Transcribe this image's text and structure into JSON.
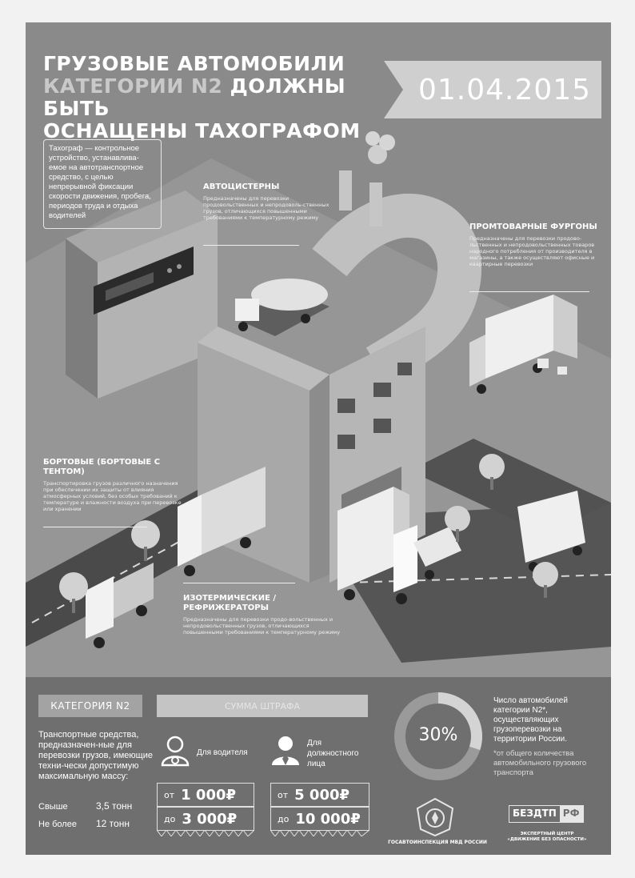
{
  "header": {
    "title_line1": "ГРУЗОВЫЕ АВТОМОБИЛИ",
    "title_line2_highlight": "КАТЕГОРИИ N2",
    "title_line2_rest": " ДОЛЖНЫ БЫТЬ",
    "title_line3": "ОСНАЩЕНЫ ТАХОГРАФОМ",
    "date": "01.04.2015"
  },
  "tachograph_note": "Тахограф — контрольное устройство, устанавлива-емое на автотранспортное средство, с целью непрерывной фиксации скорости движения, пробега, периодов труда и отдыха водителей",
  "callouts": {
    "tanks": {
      "title": "АВТОЦИСТЕРНЫ",
      "text": "Предназначены для перевозки продовольственных и непродоволь-ственных грузов, отличающихся повышенными требованиями к температурному режиму"
    },
    "vans": {
      "title": "ПРОМТОВАРНЫЕ ФУРГОНЫ",
      "text": "Предназначены для перевозки продово-льственных и непродовольственных товаров народного потребления от производителя в магазины, а также осуществляют офисные и квартирные перевозки"
    },
    "flatbed": {
      "title": "БОРТОВЫЕ (БОРТОВЫЕ С ТЕНТОМ)",
      "text": "Транспортировка грузов различного назначения при обеспечении их защиты от влияния атмосферных условий, без особых требований к температуре и влажности воздуха при перевозке или хранении"
    },
    "isothermal": {
      "title": "ИЗОТЕРМИЧЕСКИЕ / РЕФРИЖЕРАТОРЫ",
      "text": "Предназначены для перевозки продо-вольственных и непродовольственных грузов, отличающихся повышенными требованиями к температурному режиму"
    }
  },
  "category": {
    "label": "КАТЕГОРИЯ N2",
    "description": "Транспортные средства, предназначен-ные для перевозки грузов, имеющие техни-чески допустимую максимальную массу:",
    "row1_label": "Свыше",
    "row1_value": "3,5 тонн",
    "row2_label": "Не более",
    "row2_value": "12 тонн"
  },
  "fines": {
    "title": "СУММА ШТРАФА",
    "driver_label": "Для водителя",
    "official_label": "Для должностного лица",
    "driver_from_pre": "от",
    "driver_from": "1 000₽",
    "driver_to_pre": "до",
    "driver_to": "3 000₽",
    "official_from_pre": "от",
    "official_from": "5 000₽",
    "official_to_pre": "до",
    "official_to": "10 000₽"
  },
  "stat": {
    "percent": "30%",
    "fraction": 0.3,
    "text": "Число автомобилей категории N2*, осуществляющих грузоперевозки на территории России.",
    "note": "*от общего количества автомобильного грузового транспорта"
  },
  "footer": {
    "gibdd": "ГОСАВТОИНСПЕКЦИЯ МВД РОССИИ",
    "logo_left": "БЕЗДТП",
    "logo_right": "РФ",
    "center_line1": "ЭКСПЕРТНЫЙ ЦЕНТР",
    "center_line2": "«ДВИЖЕНИЕ БЕЗ ОПАСНОСТИ»"
  },
  "colors": {
    "poster_bg": "#8a8a8a",
    "bottom_bg": "#6f6f6f",
    "date_bg": "#cfcfcf",
    "highlight": "#c9c9c9"
  }
}
